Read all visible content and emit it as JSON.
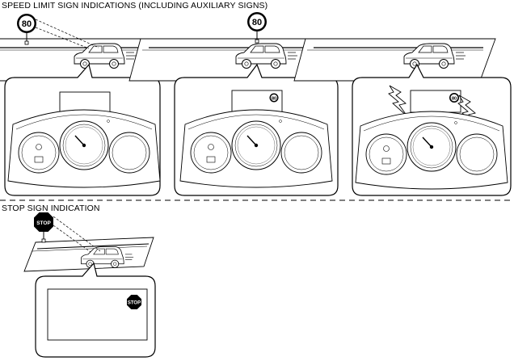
{
  "headings": {
    "speed_limit": "SPEED LIMIT SIGN INDICATIONS (INCLUDING AUXILIARY SIGNS)",
    "stop_sign": "STOP SIGN INDICATION"
  },
  "signs": {
    "speed_value": "80",
    "stop_text": "STOP"
  },
  "colors": {
    "line": "#000000",
    "background": "#ffffff",
    "stop_sign": "#000000"
  },
  "icons": [
    "speed-limit-sign-icon",
    "stop-sign-icon",
    "car-icon",
    "arrow-right-icon",
    "instrument-cluster-icon",
    "lightning-icon",
    "mini-speed-sign-icon",
    "mini-stop-sign-icon"
  ]
}
